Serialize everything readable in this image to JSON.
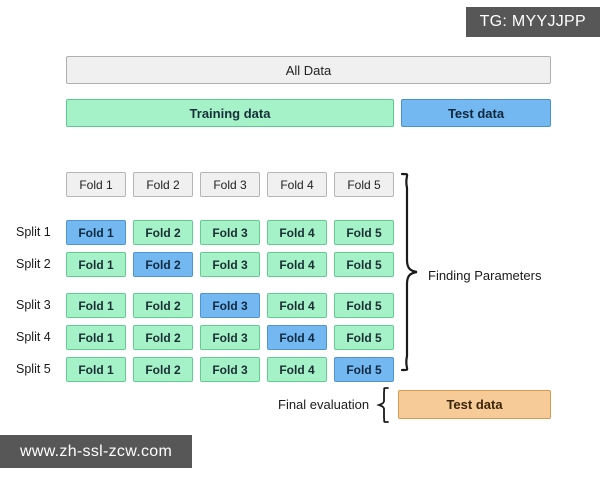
{
  "watermarks": {
    "top_right": "TG: MYYJJPP",
    "bottom_left": "www.zh-ssl-zcw.com"
  },
  "diagram": {
    "all_data_label": "All Data",
    "training_label": "Training data",
    "test_label": "Test data",
    "finding_parameters_label": "Finding Parameters",
    "final_evaluation_label": "Final evaluation",
    "final_test_label": "Test data",
    "fold_headers": [
      "Fold 1",
      "Fold 2",
      "Fold 3",
      "Fold 4",
      "Fold 5"
    ],
    "split_labels": [
      "Split 1",
      "Split 2",
      "Split 3",
      "Split 4",
      "Split 5"
    ],
    "splits": [
      {
        "label": "Split 1",
        "cells": [
          {
            "text": "Fold 1",
            "state": "validation"
          },
          {
            "text": "Fold 2",
            "state": "train"
          },
          {
            "text": "Fold 3",
            "state": "train"
          },
          {
            "text": "Fold 4",
            "state": "train"
          },
          {
            "text": "Fold 5",
            "state": "train"
          }
        ]
      },
      {
        "label": "Split 2",
        "cells": [
          {
            "text": "Fold 1",
            "state": "train"
          },
          {
            "text": "Fold 2",
            "state": "validation"
          },
          {
            "text": "Fold 3",
            "state": "train"
          },
          {
            "text": "Fold 4",
            "state": "train"
          },
          {
            "text": "Fold 5",
            "state": "train"
          }
        ]
      },
      {
        "label": "Split 3",
        "cells": [
          {
            "text": "Fold 1",
            "state": "train"
          },
          {
            "text": "Fold 2",
            "state": "train"
          },
          {
            "text": "Fold 3",
            "state": "validation"
          },
          {
            "text": "Fold 4",
            "state": "train"
          },
          {
            "text": "Fold 5",
            "state": "train"
          }
        ]
      },
      {
        "label": "Split 4",
        "cells": [
          {
            "text": "Fold 1",
            "state": "train"
          },
          {
            "text": "Fold 2",
            "state": "train"
          },
          {
            "text": "Fold 3",
            "state": "train"
          },
          {
            "text": "Fold 4",
            "state": "validation"
          },
          {
            "text": "Fold 5",
            "state": "train"
          }
        ]
      },
      {
        "label": "Split 5",
        "cells": [
          {
            "text": "Fold 1",
            "state": "train"
          },
          {
            "text": "Fold 2",
            "state": "train"
          },
          {
            "text": "Fold 3",
            "state": "train"
          },
          {
            "text": "Fold 4",
            "state": "train"
          },
          {
            "text": "Fold 5",
            "state": "validation"
          }
        ]
      }
    ]
  },
  "colors": {
    "train_green": "#a6f2c8",
    "validation_blue": "#74b8f2",
    "neutral_grey": "#f0f0f0",
    "test_orange": "#f7cb98",
    "watermark_grey": "#575757",
    "background": "#ffffff"
  }
}
